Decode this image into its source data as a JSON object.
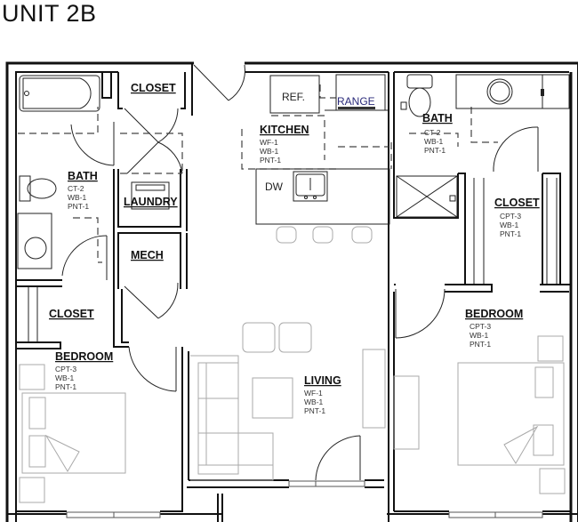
{
  "title": "UNIT 2B",
  "rooms": {
    "closet_top": {
      "label": "CLOSET"
    },
    "bath_left": {
      "label": "BATH",
      "finishes": [
        "CT-2",
        "WB-1",
        "PNT-1"
      ]
    },
    "laundry": {
      "label": "LAUNDRY"
    },
    "mech": {
      "label": "MECH"
    },
    "closet_left": {
      "label": "CLOSET"
    },
    "bedroom_left": {
      "label": "BEDROOM",
      "finishes": [
        "CPT-3",
        "WB-1",
        "PNT-1"
      ]
    },
    "kitchen": {
      "label": "KITCHEN",
      "finishes": [
        "WF-1",
        "WB-1",
        "PNT-1"
      ]
    },
    "living": {
      "label": "LIVING",
      "finishes": [
        "WF-1",
        "WB-1",
        "PNT-1"
      ]
    },
    "bath_right": {
      "label": "BATH",
      "finishes": [
        "CT-2",
        "WB-1",
        "PNT-1"
      ]
    },
    "closet_right": {
      "label": "CLOSET",
      "finishes": [
        "CPT-3",
        "WB-1",
        "PNT-1"
      ]
    },
    "bedroom_right": {
      "label": "BEDROOM",
      "finishes": [
        "CPT-3",
        "WB-1",
        "PNT-1"
      ]
    }
  },
  "appliances": {
    "refrigerator": "REF.",
    "range": "RANGE",
    "dishwasher": "DW"
  },
  "colors": {
    "wall": "#111111",
    "furniture": "#aaaaaa",
    "range_label": "#2a2a7a"
  }
}
